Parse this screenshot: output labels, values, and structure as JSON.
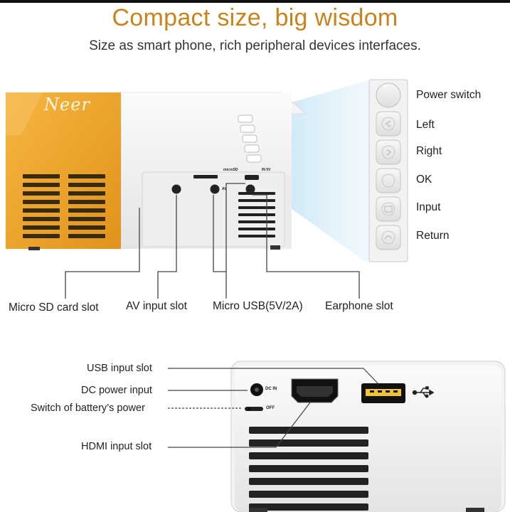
{
  "header": {
    "title": "Compact size, big wisdom",
    "subtitle": "Size as smart phone, rich peripheral devices interfaces."
  },
  "projector_top": {
    "brand": "Neer",
    "port_marks": {
      "micro_sd": "microSD",
      "dc": "IN 5V",
      "av": "AV"
    },
    "buttons": [
      {
        "label": "Power switch",
        "icon": "power-circle"
      },
      {
        "label": "Left",
        "icon": "left-arrow-icon"
      },
      {
        "label": "Right",
        "icon": "right-arrow-icon"
      },
      {
        "label": "OK",
        "icon": "ok-icon"
      },
      {
        "label": "Input",
        "icon": "input-icon"
      },
      {
        "label": "Return",
        "icon": "return-icon"
      }
    ],
    "port_labels": {
      "micro_sd": "Micro SD card slot",
      "av": "AV input slot",
      "micro_usb": "Micro USB(5V/2A)",
      "earphone": "Earphone slot"
    }
  },
  "projector_bottom": {
    "labels": {
      "usb": "USB input slot",
      "dc": "DC power input",
      "battery_switch": "Switch of battery’s power",
      "hdmi": "HDMI input slot"
    },
    "port_marks": {
      "dc_in": "DC IN",
      "off": "OFF"
    }
  },
  "colors": {
    "title": "#c8841c",
    "orange_body": "#f1a521",
    "projector_white": "#f2f2f2",
    "beam": "#cfe8f5"
  }
}
